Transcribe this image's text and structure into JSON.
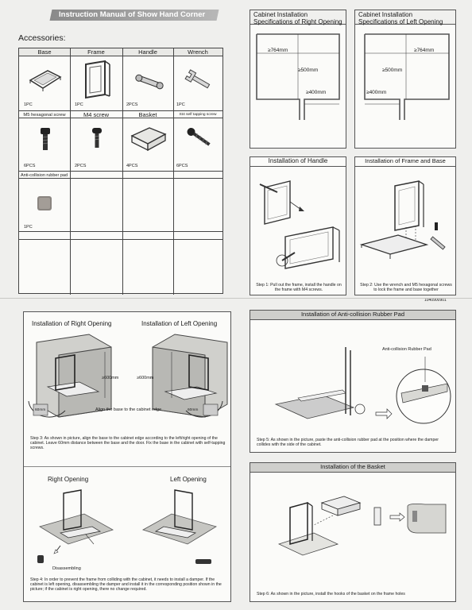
{
  "manual": {
    "title": "Instruction Manual of Show Hand Corner",
    "accessories_title": "Accessories:",
    "part_number": "1040900901"
  },
  "accessories": {
    "row1": [
      {
        "name": "Base",
        "qty": "1PC",
        "icon": "base-icon"
      },
      {
        "name": "Frame",
        "qty": "1PC",
        "icon": "frame-icon"
      },
      {
        "name": "Handle",
        "qty": "2PCS",
        "icon": "handle-icon"
      },
      {
        "name": "Wrench",
        "qty": "1PC",
        "icon": "wrench-icon"
      }
    ],
    "row2": [
      {
        "name": "M5 hexagonal screw",
        "qty": "6PCS",
        "icon": "hex-screw-icon"
      },
      {
        "name": "M4 screw",
        "qty": "2PCS",
        "icon": "m4-screw-icon"
      },
      {
        "name": "Basket",
        "qty": "4PCS",
        "icon": "basket-icon"
      },
      {
        "name": "St4  self tapping screw",
        "qty": "6PCS",
        "icon": "tapping-screw-icon"
      }
    ],
    "row3": [
      {
        "name": "Anti-collision rubber pad",
        "qty": "1PC",
        "icon": "rubber-pad-icon"
      }
    ]
  },
  "cabinet_right": {
    "title_line1": "Cabinet Installation",
    "title_line2": "Specifications of Right Opening",
    "dim_width": "≥764mm",
    "dim_depth": "≥500mm",
    "dim_opening": "≥400mm"
  },
  "cabinet_left": {
    "title_line1": "Cabinet Installation",
    "title_line2": "Specifications of Left Opening",
    "dim_width": "≥764mm",
    "dim_depth": "≥500mm",
    "dim_opening": "≥400mm"
  },
  "install_handle": {
    "title": "Installation of Handle",
    "step": "Step 1: Pull out the frame, install the handle on the frame with M4 screws."
  },
  "install_frame": {
    "title": "Installation of Frame and Base",
    "step": "Step 2: Use the wrench and M5 hexagonal screws to lock the frame and base together"
  },
  "install_opening": {
    "title_right": "Installation of Right Opening",
    "title_left": "Installation of Left Opening",
    "dim_right": "≥600mm",
    "dim_left": "≥600mm",
    "small_dim": "60mm",
    "align_note": "Align the base to the cabinet edge",
    "step": "Step 3: As shown in picture, align the base to the cabinet edge according to the left/right opening of the cabinet. Leave 60mm distance between the base and the door. Fix the base in the cabinet with self-tapping screws."
  },
  "damper": {
    "title_right": "Right Opening",
    "title_left": "Left Opening",
    "disassemble_label": "Disassembling",
    "step": "Step 4: In order to prevent the frame from colliding with the cabinet, it needs to install a damper. If the cabinet is left opening, disassembling the damper and install it in the corresponding position shown in the picture; if the cabinet is right opening, there no change required."
  },
  "rubber_pad": {
    "title": "Installation of Anti-collision Rubber Pad",
    "label": "Anti-collision Rubber Pad",
    "step": "Step 5: As shown in the picture, paste the anti-collision rubber pad at the position where the damper collides with the side of the cabinet."
  },
  "basket": {
    "title": "Installation of the Basket",
    "step": "Step 6: As shown in the picture, install the hooks of the basket on the frame holes"
  }
}
